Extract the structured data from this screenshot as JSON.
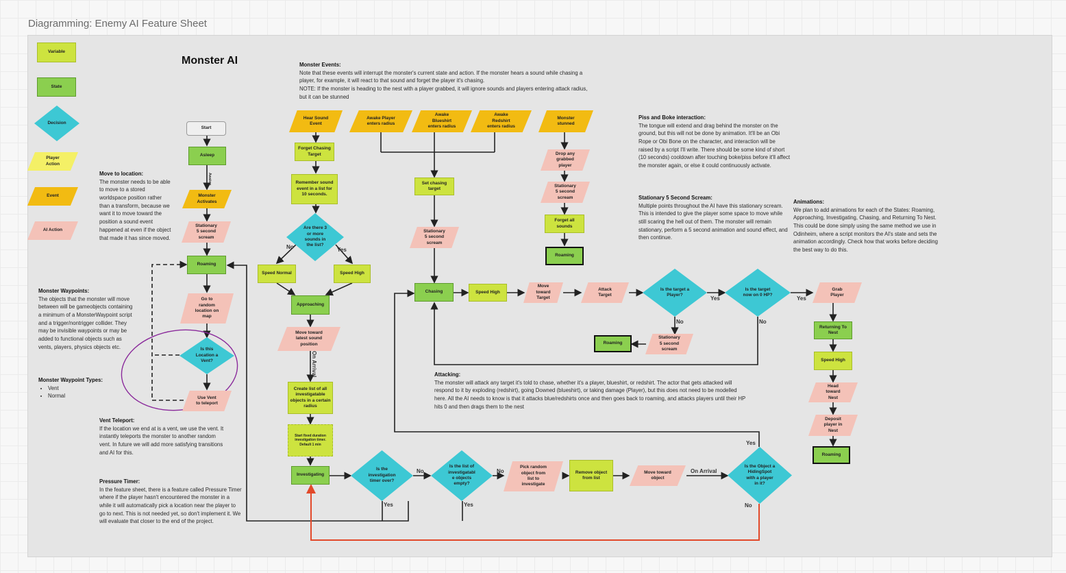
{
  "frame_title": "Diagramming: Enemy AI Feature Sheet",
  "diagram_title": "Monster AI",
  "legend": [
    "Variable",
    "State",
    "Decision",
    "Player\nAction",
    "Event",
    "AI Action"
  ],
  "nodes": {
    "start": "Start",
    "asleep": "Asleep",
    "monster_activates": "Monster\nActivates",
    "stationary_scream_1": "Stationary\n5 second\nscream",
    "roaming_main": "Roaming",
    "go_random": "Go to\nrandom\nlocation on\nmap",
    "is_vent": "Is this\nLocation a\nVent?",
    "use_vent": "Use Vent\nto teleport",
    "hear_sound": "Hear Sound\nEvent",
    "forget_chasing": "Forget Chasing\nTarget",
    "remember_sound": "Remember sound\nevent in a list for\n10 seconds.",
    "are_there_3": "Are there 3\nor more\nsounds in\nthe list?",
    "speed_normal": "Speed Normal",
    "speed_high_1": "Speed High",
    "approaching": "Approaching",
    "move_latest_sound": "Move toward\nlatest sound\nposition",
    "create_list": "Create list of all\ninvestigatable\nobjects in a certain\nradius",
    "start_timer": "Start fixed duration\ninvestigation timer.\nDefault 1 min",
    "investigating": "Investigating",
    "timer_over": "Is the\ninvestigation\ntimer over?",
    "list_empty": "Is the list of\ninvestigatabl\ne objects\nempty?",
    "pick_random": "Pick random\nobject from\nlist to\ninvestigate",
    "remove_object": "Remove object\nfrom list",
    "move_object": "Move toward\nobject",
    "hiding_spot": "Is the Object a\nHidingSpot\nwith a player\nin it?",
    "awake_player": "Awake Player\nenters radius",
    "awake_blueshirt": "Awake\nBlueshirt\nenters radius",
    "awake_redshirt": "Awake\nRedshirt\nenters radius",
    "set_chasing": "Set chasing\ntarget",
    "stationary_scream_2": "Stationary\n5 second\nscream",
    "chasing": "Chasing",
    "speed_high_2": "Speed High",
    "move_target": "Move\ntoward\nTarget",
    "attack_target": "Attack\nTarget",
    "is_player": "Is the target a\nPlayer?",
    "zero_hp": "Is the target\nnow on 0 HP?",
    "monster_stunned": "Monster\nstunned",
    "drop_grabbed": "Drop any\ngrabbed\nplayer",
    "stationary_scream_3": "Stationary\n5 second\nscream",
    "forget_sounds": "Forget all\nsounds",
    "roaming_stunned": "Roaming",
    "roaming_after": "Roaming",
    "stationary_scream_4": "Stationary\n5 second\nscream",
    "grab_player": "Grab\nPlayer",
    "returning_nest": "Returning To\nNest",
    "speed_high_3": "Speed High",
    "head_nest": "Head\ntoward\nNest",
    "deposit_player": "Deposit\nplayer in\nNest",
    "roaming_nest": "Roaming"
  },
  "edge_labels": {
    "no": "No",
    "yes": "Yes",
    "on_arrival": "On Arrival",
    "awakes": "Awakes"
  },
  "notes": {
    "move_location": {
      "title": "Move to location:",
      "body": "The monster needs to be able to move to a stored worldspace position rather than a transform, because we want it to move toward the position a sound event happened at even if the object that made it has since moved."
    },
    "waypoints": {
      "title": "Monster Waypoints:",
      "body": "The objects that the monster will move between will be gameobjects containing a minimum of a MonsterWaypoint script and a trigger/nontrigger collider. They may be invisible waypoints or may be added to functional objects such as vents, players, physics objects etc."
    },
    "waypoint_types": {
      "title": "Monster Waypoint Types:",
      "items": [
        "Vent",
        "Normal"
      ]
    },
    "vent_teleport": {
      "title": "Vent Teleport:",
      "body": "If the location we end at is a vent, we use the vent. It instantly teleports the monster to another random vent. In future we will add more satisfying transitions and AI for this."
    },
    "pressure_timer": {
      "title": "Pressure Timer:",
      "body": "In the feature sheet, there is a feature called Pressure Timer where if the player hasn't encountered the monster in a while it will automatically pick a location near the player to go to next. This is not needed yet, so don't implement it. We will evaluate that closer to the end of the project."
    },
    "monster_events": {
      "title": "Monster Events:",
      "body": "Note that these events will interrupt the monster's current state and action. If the monster hears a sound while chasing a player, for example, it will react to that sound and forget the player it's chasing.\nNOTE: If the monster is heading to the nest with a player grabbed, it will ignore sounds and players entering attack radius, but it can be stunned"
    },
    "piss_boke": {
      "title": "Piss and Boke interaction:",
      "body": "The tongue will extend and drag behind the monster on the ground, but this will not be done by animation. It'll be an Obi Rope or Obi Bone on the character, and interaction will be raised by a script I'll write. There should be some kind of short (10 seconds) cooldown after touching boke/piss before it'll affect the monster again, or else it could continuously activate."
    },
    "stationary_scream": {
      "title": "Stationary 5 Second Scream:",
      "body": "Multiple points throughout the AI have this stationary scream. This is intended to give the player some space to move while still scaring the hell out of them. The monster will remain stationary, perform a 5 second animation and sound effect, and then continue."
    },
    "animations": {
      "title": "Animations:",
      "body": "We plan to add animations for each of the States: Roaming, Approaching, Investigating, Chasing, and Returning To Nest. This could be done simply using the same method we use in Odinheim, where a script monitors the AI's state and sets the animation accordingly. Check how that works before deciding the best way to do this."
    },
    "attacking": {
      "title": "Attacking:",
      "body": "The monster will attack any target it's told to chase, whether it's a player, blueshirt, or redshirt. The actor that gets attacked will respond to it by exploding (redshirt), going Downed (blueshirt), or taking damage (Player), but this does not need to be modelled here. All the AI needs to know is that it attacks blue/redshirts once and then goes back to roaming, and attacks players until their HP hits 0 and then drags them to the nest"
    }
  }
}
